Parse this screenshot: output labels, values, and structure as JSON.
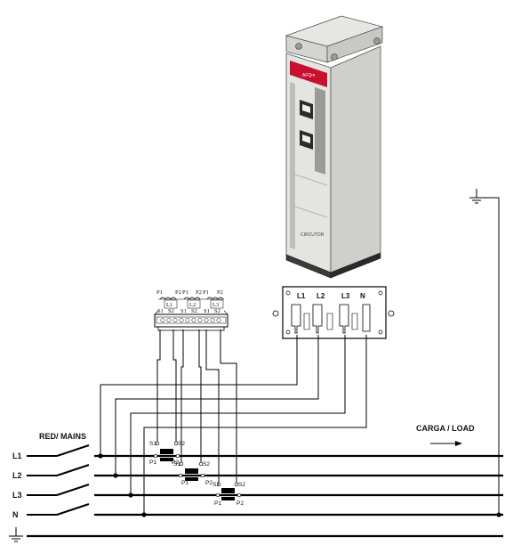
{
  "labels": {
    "mains": "RED/ MAINS",
    "load": "CARGA / LOAD",
    "line1": "L1",
    "line2": "L2",
    "line3": "L3",
    "neutral": "N"
  },
  "cabinet": {
    "brand": "AFQm",
    "maker": "CIRCUTOR"
  },
  "terminal_block": {
    "labels": [
      "L1",
      "L2",
      "L3",
      "N"
    ]
  },
  "ct_block": {
    "top_labels": [
      "P1",
      "P2",
      "P1",
      "P2",
      "P1",
      "P2"
    ],
    "phase_labels": [
      "L1",
      "L2",
      "L3"
    ],
    "s_labels": [
      "S1",
      "S2",
      "S1",
      "S2",
      "S1",
      "S2"
    ]
  },
  "ct_names": {
    "s1": "S1",
    "s2": "S2",
    "p1": "P1",
    "p2": "P2"
  },
  "colors": {
    "cabinet_accent": "#c8102e",
    "line": "#000000"
  }
}
